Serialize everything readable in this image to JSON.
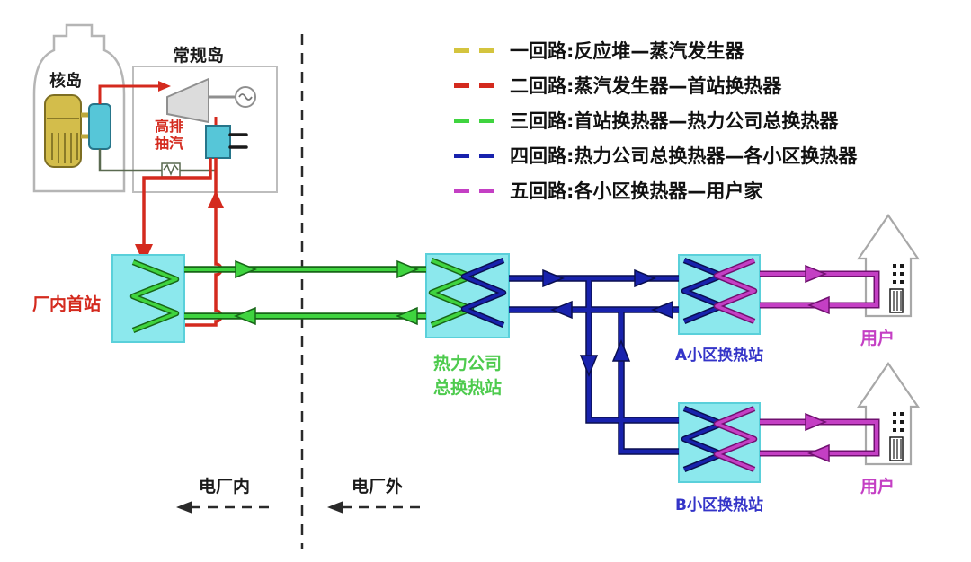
{
  "legend": {
    "items": [
      {
        "label": "一回路:反应堆—蒸汽发生器",
        "color": "#d4c43e"
      },
      {
        "label": "二回路:蒸汽发生器—首站换热器",
        "color": "#d42a1e"
      },
      {
        "label": "三回路:首站换热器—热力公司总换热器",
        "color": "#3fd43f"
      },
      {
        "label": "四回路:热力公司总换热器—各小区换热器",
        "color": "#1822ad"
      },
      {
        "label": "五回路:各小区换热器—用户家",
        "color": "#c43fc4"
      }
    ]
  },
  "labels": {
    "nuclear_island": "核岛",
    "conventional_island": "常规岛",
    "extraction_line1": "高排",
    "extraction_line2": "抽汽",
    "first_station": "厂内首站",
    "main_station_line1": "热力公司",
    "main_station_line2": "总换热站",
    "station_a": "A小区换热站",
    "station_b": "B小区换热站",
    "user_a": "用户",
    "user_b": "用户",
    "inside_plant": "电厂内",
    "outside_plant": "电厂外"
  },
  "colors": {
    "loop1_yellow": "#d4c43e",
    "loop2_red": "#d42a1e",
    "loop3_green": "#3fd43f",
    "loop4_blue": "#1822ad",
    "loop5_magenta": "#c43fc4",
    "exchanger_box_fill": "#8ce8ed"
  }
}
